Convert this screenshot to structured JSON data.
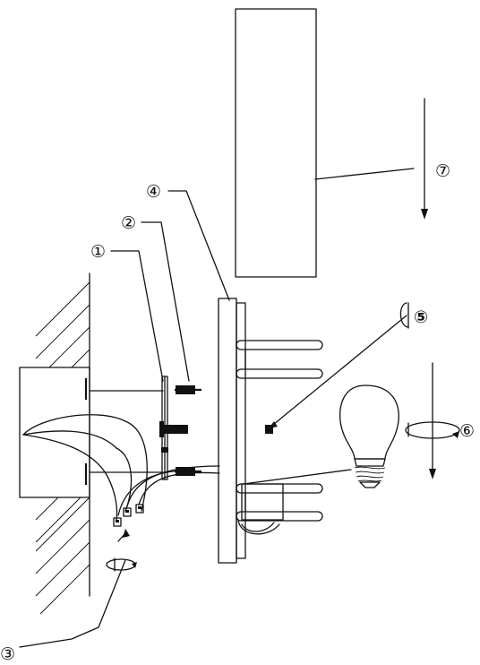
{
  "callouts": [
    {
      "id": "1",
      "text": "①"
    },
    {
      "id": "2",
      "text": "②"
    },
    {
      "id": "3",
      "text": "③"
    },
    {
      "id": "4",
      "text": "④"
    },
    {
      "id": "5",
      "text": "⑤"
    },
    {
      "id": "6",
      "text": "⑥"
    },
    {
      "id": "7",
      "text": "⑦"
    }
  ],
  "colors": {
    "line": "#111111",
    "background": "#ffffff"
  }
}
